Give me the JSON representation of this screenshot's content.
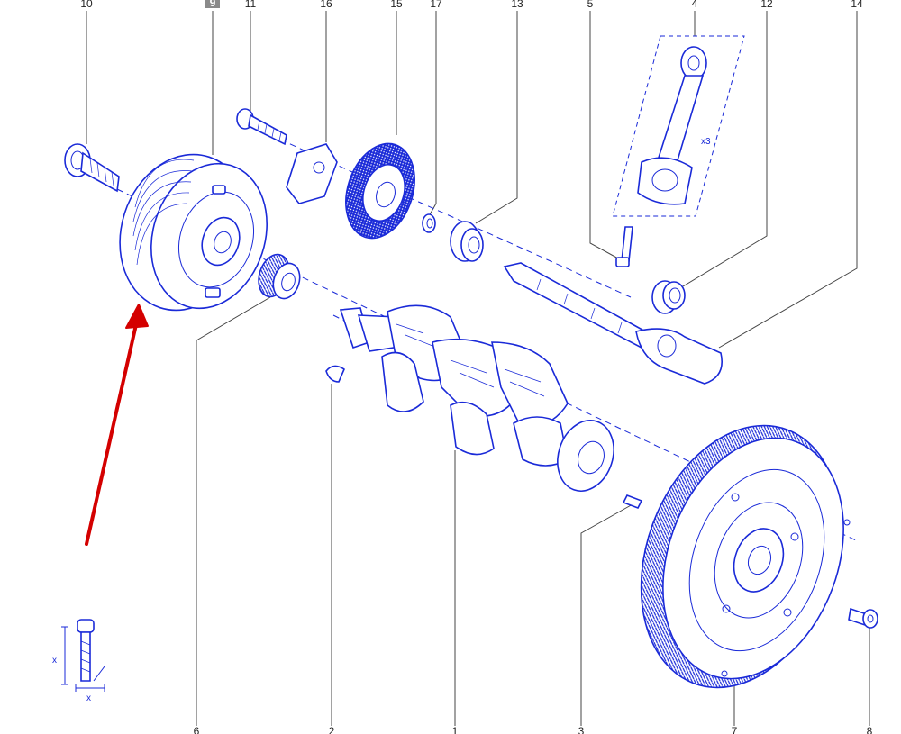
{
  "diagram": {
    "selected_callout": "9",
    "callouts_top": [
      "10",
      "9",
      "11",
      "16",
      "15",
      "17",
      "13",
      "5",
      "4",
      "12",
      "14"
    ],
    "callouts_bottom": [
      "6",
      "2",
      "1",
      "3",
      "7",
      "8"
    ],
    "multiplier_note": "x3",
    "torque_marks": [
      "x",
      "x"
    ],
    "colors": {
      "line": "#1a2ad8",
      "arrow": "#d40000",
      "highlight": "#8a8a8a"
    }
  }
}
